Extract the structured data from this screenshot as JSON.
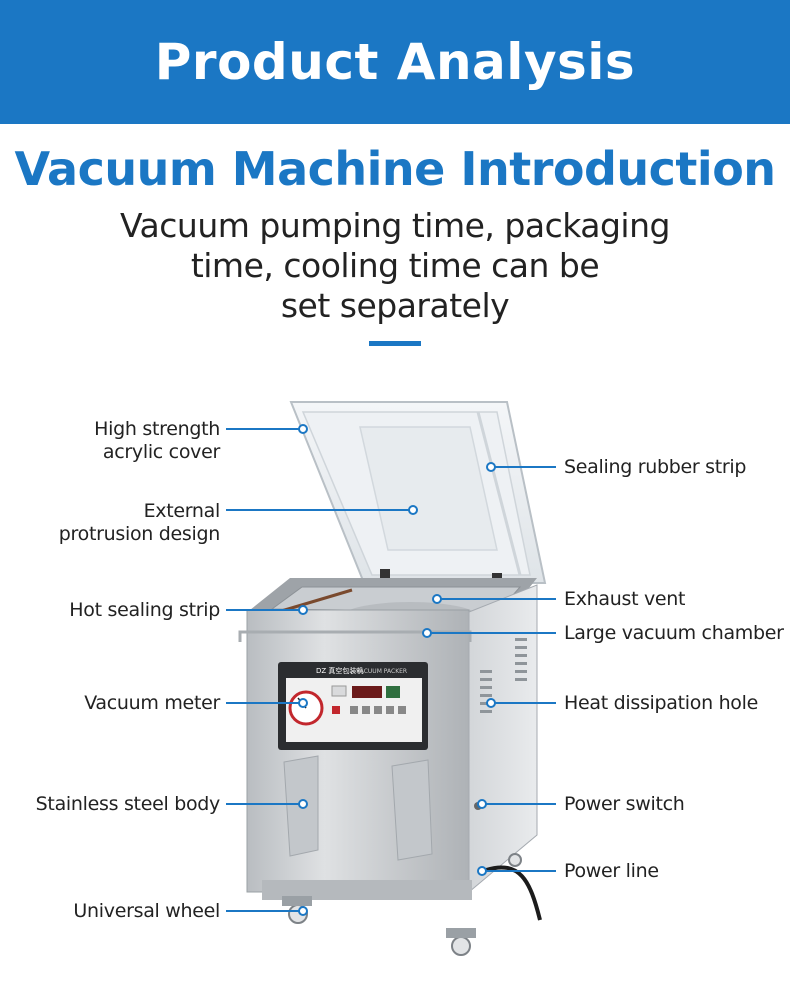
{
  "header": {
    "title": "Product Analysis"
  },
  "intro": {
    "title": "Vacuum Machine Introduction",
    "subtitle_lines": [
      "Vacuum pumping time, packaging",
      "time, cooling time can be",
      "set separately"
    ]
  },
  "panel": {
    "brand": "DZ 真空包装机",
    "brand_en": "VACUUM PACKER"
  },
  "colors": {
    "accent": "#1b77c4",
    "text": "#222222",
    "steel": "#c9ccd0"
  },
  "callouts": {
    "left": [
      {
        "id": "cover",
        "lines": [
          "High strength",
          "acrylic cover"
        ]
      },
      {
        "id": "protrusion",
        "lines": [
          "External",
          "protrusion design"
        ]
      },
      {
        "id": "hot-seal",
        "lines": [
          "Hot sealing strip"
        ]
      },
      {
        "id": "meter",
        "lines": [
          "Vacuum meter"
        ]
      },
      {
        "id": "body",
        "lines": [
          "Stainless steel body"
        ]
      },
      {
        "id": "wheel",
        "lines": [
          "Universal wheel"
        ]
      }
    ],
    "right": [
      {
        "id": "rubber",
        "lines": [
          "Sealing rubber strip"
        ]
      },
      {
        "id": "vent",
        "lines": [
          "Exhaust vent"
        ]
      },
      {
        "id": "chamber",
        "lines": [
          "Large vacuum chamber"
        ]
      },
      {
        "id": "heat",
        "lines": [
          "Heat dissipation hole"
        ]
      },
      {
        "id": "switch",
        "lines": [
          "Power switch"
        ]
      },
      {
        "id": "line",
        "lines": [
          "Power line"
        ]
      }
    ]
  }
}
